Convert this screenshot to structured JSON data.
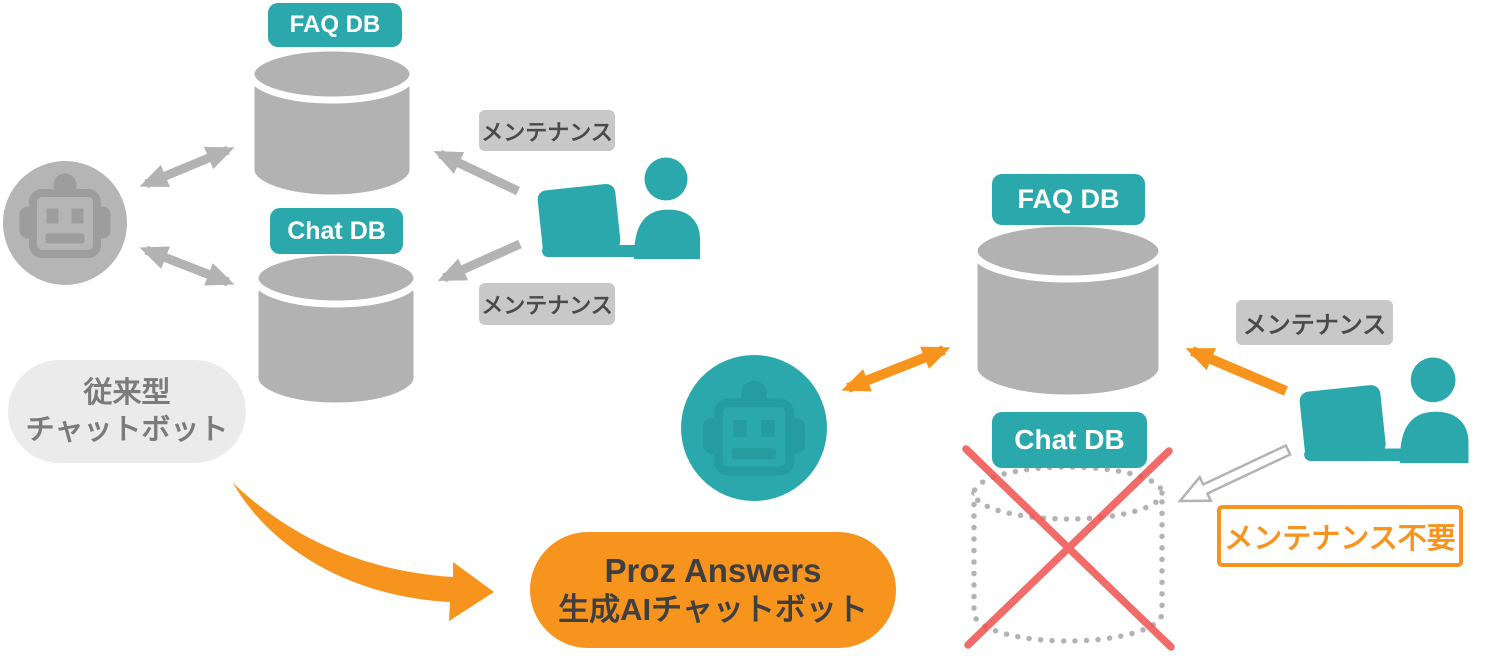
{
  "left_section": {
    "faq_db_label": "FAQ DB",
    "chat_db_label": "Chat DB",
    "maintenance_faq_label": "メンテナンス",
    "maintenance_chat_label": "メンテナンス",
    "legacy_chatbot_line1": "従来型",
    "legacy_chatbot_line2": "チャットボット"
  },
  "right_section": {
    "faq_db_label": "FAQ DB",
    "chat_db_label": "Chat DB",
    "maintenance_label": "メンテナンス",
    "no_maintenance_label": "メンテナンス不要"
  },
  "product": {
    "name": "Proz Answers",
    "subtitle": "生成AIチャットボット"
  },
  "icons": [
    "robot-icon",
    "ai-robot-icon",
    "database-icon",
    "person-laptop-icon",
    "double-arrow-icon",
    "arrow-icon",
    "curved-arrow-icon",
    "red-cross-icon"
  ],
  "colors": {
    "teal": "#2BA8AB",
    "orange": "#F7941E",
    "cylinder_gray": "#B2B2B2",
    "arrow_gray": "#B3B3B3",
    "label_gray_bg": "#C8C8C8",
    "legacy_pill_bg": "#EBEBEB",
    "red_cross": "#EF5350",
    "dark_text": "#3F3F3F"
  }
}
